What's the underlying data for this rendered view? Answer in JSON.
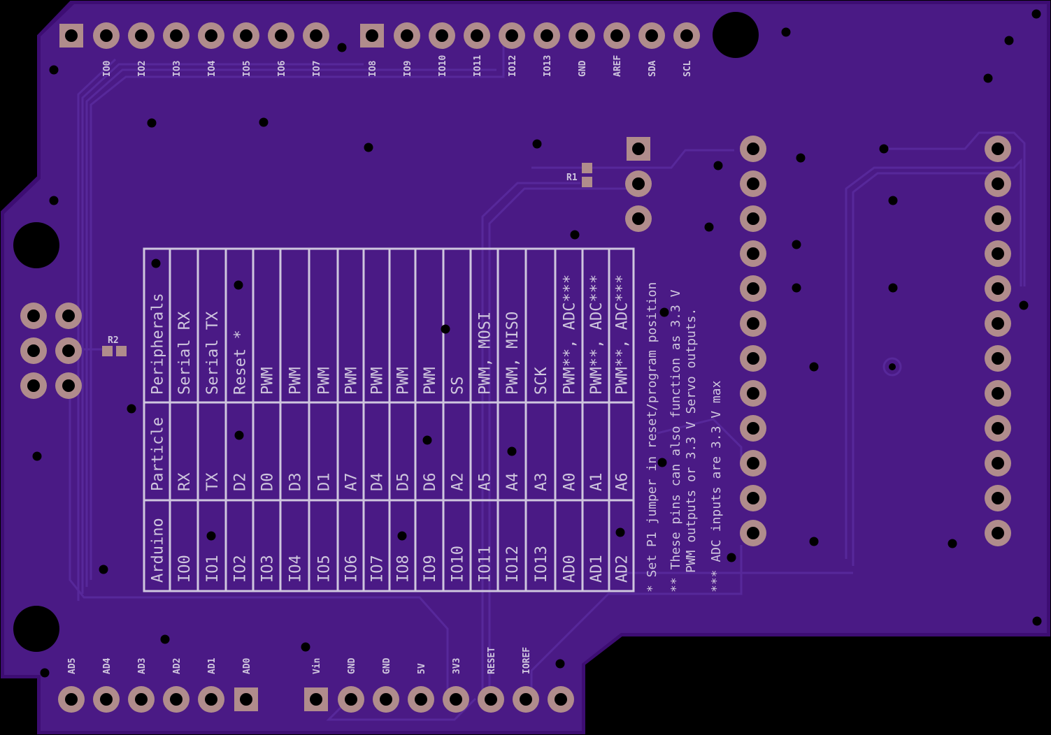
{
  "board": {
    "colors": {
      "background": "#000000",
      "board": "#3d0d73",
      "pour": "#4a1a85",
      "copper_pad": "#b08c8c",
      "hole": "#000000",
      "silkscreen": "#cfc6de",
      "trace": "#57289a"
    },
    "top_header_labels": [
      "IO0",
      "IO2",
      "IO3",
      "IO4",
      "IO5",
      "IO6",
      "IO7",
      "IO8",
      "IO9",
      "IO10",
      "IO11",
      "IO12",
      "IO13",
      "GND",
      "AREF",
      "SDA",
      "SCL"
    ],
    "bottom_analog_labels": [
      "AD5",
      "AD4",
      "AD3",
      "AD2",
      "AD1",
      "AD0"
    ],
    "bottom_power_labels": [
      "Vin",
      "GND",
      "GND",
      "5V",
      "3V3",
      "RESET",
      "IOREF"
    ],
    "components": [
      {
        "ref": "R1"
      },
      {
        "ref": "R2"
      }
    ],
    "pin_table": {
      "headers": [
        "Arduino",
        "Particle",
        "Peripherals"
      ],
      "rows": [
        [
          "IO0",
          "RX",
          "Serial RX"
        ],
        [
          "IO1",
          "TX",
          "Serial TX"
        ],
        [
          "IO2",
          "D2",
          "Reset *"
        ],
        [
          "IO3",
          "D0",
          "PWM"
        ],
        [
          "IO4",
          "D3",
          "PWM"
        ],
        [
          "IO5",
          "D1",
          "PWM"
        ],
        [
          "IO6",
          "A7",
          "PWM"
        ],
        [
          "IO7",
          "D4",
          "PWM"
        ],
        [
          "IO8",
          "D5",
          "PWM"
        ],
        [
          "IO9",
          "D6",
          "PWM"
        ],
        [
          "IO10",
          "A2",
          "SS"
        ],
        [
          "IO11",
          "A5",
          "PWM, MOSI"
        ],
        [
          "IO12",
          "A4",
          "PWM, MISO"
        ],
        [
          "IO13",
          "A3",
          "SCK"
        ],
        [
          "AD0",
          "A0",
          "PWM**, ADC***"
        ],
        [
          "AD1",
          "A1",
          "PWM**, ADC***"
        ],
        [
          "AD2",
          "A6",
          "PWM**, ADC***"
        ]
      ]
    },
    "notes": [
      "* Set P1 jumper in reset/program position",
      "** These pins can also function as 3.3 V",
      "PWM outputs or 3.3 V Servo outputs.",
      "*** ADC inputs are 3.3 V max"
    ]
  }
}
